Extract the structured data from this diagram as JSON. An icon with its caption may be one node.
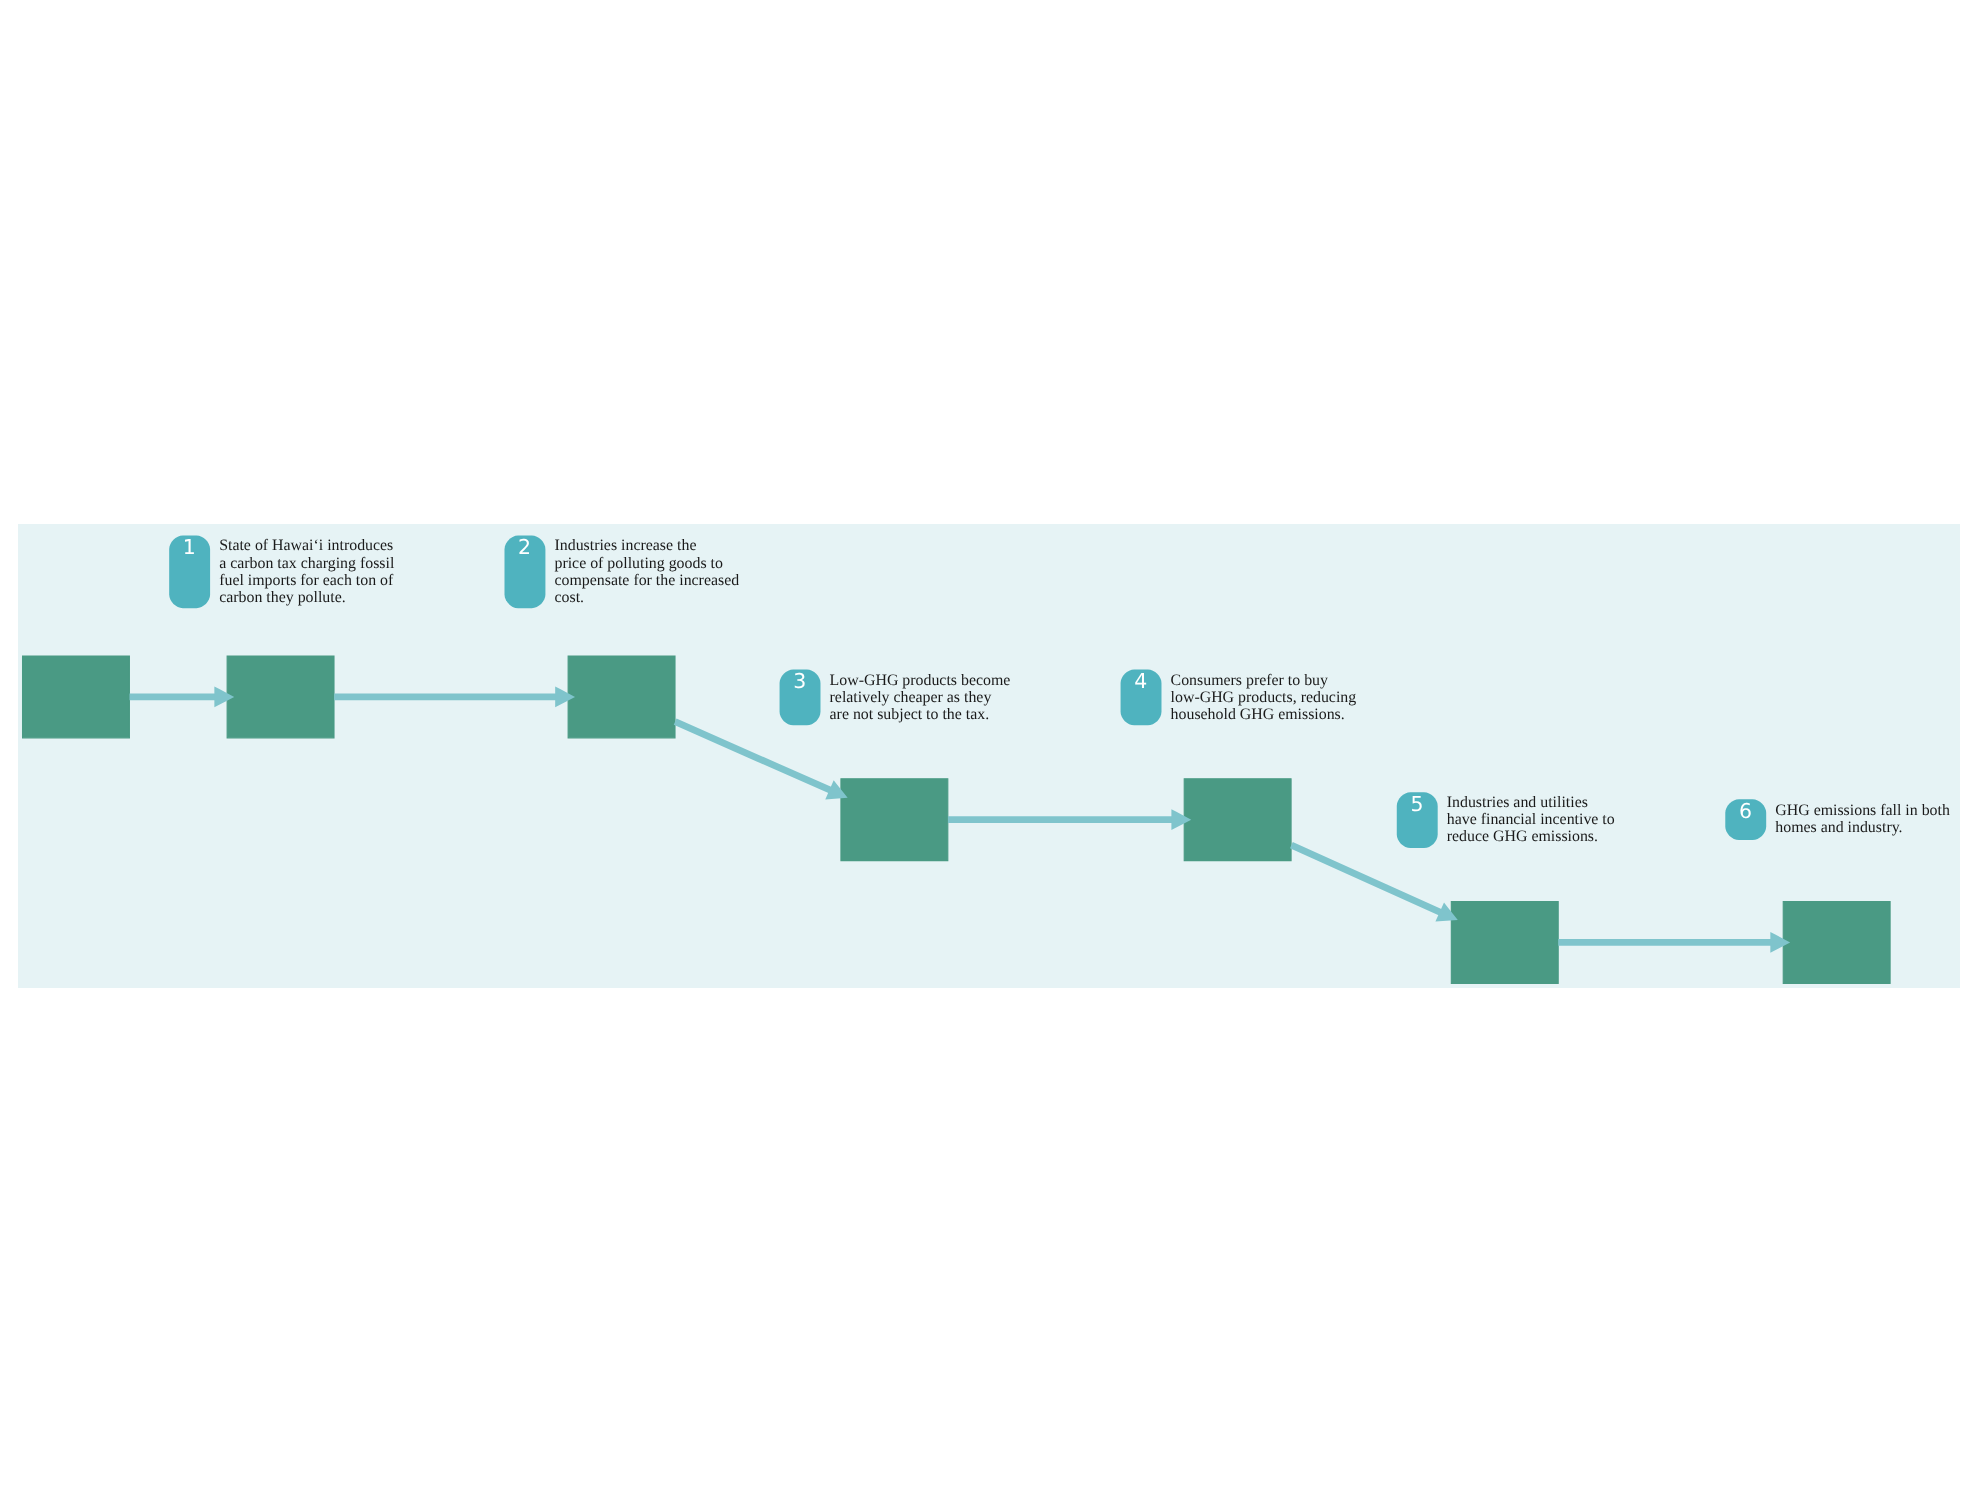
{
  "diagram": {
    "nodes": [
      {
        "text": [],
        "shape": "box"
      },
      {
        "text": [],
        "shape": "box"
      },
      {
        "text": [],
        "shape": "box"
      },
      {
        "text": [],
        "shape": "box"
      },
      {
        "text": [],
        "shape": "box"
      },
      {
        "text": [],
        "shape": "box"
      },
      {
        "text": [],
        "shape": "box"
      },
      {
        "text": [
          "1"
        ],
        "beside": [
          "State of Hawai‘i introduces a carbon tax charging fossil fuel imports for each ton of carbon they pollute."
        ]
      },
      {
        "text": [
          "2"
        ],
        "beside": [
          "Industries increase the price of polluting goods to compensate for the increased cost."
        ]
      },
      {
        "text": [
          "3"
        ],
        "beside": [
          "Low-GHG products become relatively cheaper as they are not subject to the tax."
        ]
      },
      {
        "text": [
          "4"
        ],
        "beside": [
          "Consumers prefer to buy low-GHG products, reducing household GHG emissions."
        ]
      },
      {
        "text": [
          "5"
        ],
        "beside": [
          "Industries and utilities have financial incentive to reduce GHG emissions."
        ]
      },
      {
        "text": [
          "6"
        ],
        "beside": [
          "GHG emissions fall in both homes and industry."
        ]
      }
    ],
    "edges": [
      {
        "from": 0,
        "to": 1,
        "arrow": "to"
      },
      {
        "from": 1,
        "to": 2,
        "arrow": "to"
      },
      {
        "from": 2,
        "to": 3,
        "arrow": "to"
      },
      {
        "from": 3,
        "to": 4,
        "arrow": "to"
      },
      {
        "from": 4,
        "to": 5,
        "arrow": "to"
      },
      {
        "from": 5,
        "to": 6,
        "arrow": "to"
      }
    ]
  }
}
